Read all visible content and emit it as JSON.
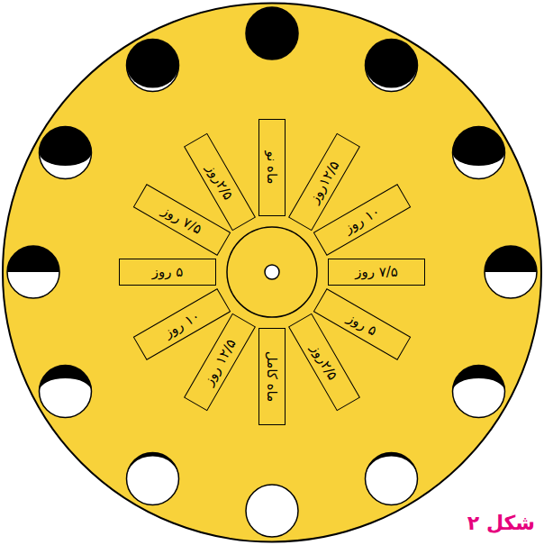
{
  "diagram": {
    "caption": "شکل ۲",
    "nodes": [
      {
        "text": [
          "ماه نو"
        ]
      },
      {
        "text": [
          "۱۲/۵روز"
        ]
      },
      {
        "text": [
          "۱۰ روز"
        ]
      },
      {
        "text": [
          "۷/۵ روز"
        ]
      },
      {
        "text": [
          "۵ روز"
        ]
      },
      {
        "text": [
          "۲/۵روز"
        ]
      },
      {
        "text": [
          "ماه کامل"
        ]
      },
      {
        "text": [
          "۱۲/۵ روز"
        ]
      },
      {
        "text": [
          "۱۰ روز"
        ]
      },
      {
        "text": [
          "۵ روز"
        ]
      },
      {
        "text": [
          "۷/۵ روز"
        ]
      },
      {
        "text": [
          "۲/۵روز"
        ]
      }
    ]
  }
}
